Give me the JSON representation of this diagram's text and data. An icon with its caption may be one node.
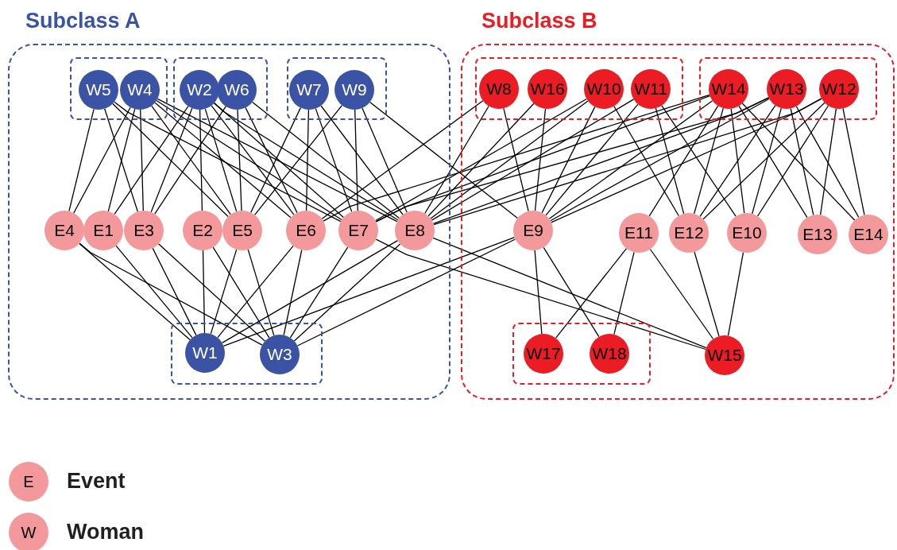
{
  "diagram": {
    "nodes": [
      {
        "text": [
          "Subclass A"
        ]
      },
      {
        "text": [],
        "shape": "box",
        "in": 0
      },
      {
        "text": [
          "W5"
        ],
        "in": 1
      },
      {
        "text": [
          "W4"
        ],
        "in": 1
      },
      {
        "text": [],
        "shape": "box",
        "in": 0
      },
      {
        "text": [
          "W2"
        ],
        "in": 4
      },
      {
        "text": [
          "W6"
        ],
        "in": 4
      },
      {
        "text": [],
        "shape": "box",
        "in": 0
      },
      {
        "text": [
          "W7"
        ],
        "in": 7
      },
      {
        "text": [
          "W9"
        ],
        "in": 7
      },
      {
        "text": [
          "E4"
        ],
        "in": 0
      },
      {
        "text": [
          "E1"
        ],
        "in": 0
      },
      {
        "text": [
          "E3"
        ],
        "in": 0
      },
      {
        "text": [
          "E2"
        ],
        "in": 0
      },
      {
        "text": [
          "E5"
        ],
        "in": 0
      },
      {
        "text": [
          "E6"
        ],
        "in": 0
      },
      {
        "text": [
          "E7"
        ],
        "in": 0
      },
      {
        "text": [
          "E8"
        ],
        "in": 0
      },
      {
        "text": [],
        "shape": "box",
        "in": 0
      },
      {
        "text": [
          "W1"
        ],
        "in": 18
      },
      {
        "text": [
          "W3"
        ],
        "in": 18
      },
      {
        "text": [
          "Subclass B"
        ]
      },
      {
        "text": [],
        "shape": "box",
        "in": 21
      },
      {
        "text": [
          "W8"
        ],
        "in": 22
      },
      {
        "text": [
          "W16"
        ],
        "in": 22
      },
      {
        "text": [
          "W10"
        ],
        "in": 22
      },
      {
        "text": [
          "W11"
        ],
        "in": 22
      },
      {
        "text": [],
        "shape": "box",
        "in": 21
      },
      {
        "text": [
          "W14"
        ],
        "in": 27
      },
      {
        "text": [
          "W13"
        ],
        "in": 27
      },
      {
        "text": [
          "W12"
        ],
        "in": 27
      },
      {
        "text": [
          "E9"
        ],
        "in": 21
      },
      {
        "text": [
          "E11"
        ],
        "in": 21
      },
      {
        "text": [
          "E12"
        ],
        "in": 21
      },
      {
        "text": [
          "E10"
        ],
        "in": 21
      },
      {
        "text": [
          "E13"
        ],
        "in": 21
      },
      {
        "text": [
          "E14"
        ],
        "in": 21
      },
      {
        "text": [],
        "shape": "box",
        "in": 21
      },
      {
        "text": [
          "W17"
        ],
        "in": 37
      },
      {
        "text": [
          "W18"
        ],
        "in": 37
      },
      {
        "text": [
          "W15"
        ],
        "in": 21
      }
    ],
    "edges": [
      {
        "from": 19,
        "to": 11,
        "arrow": "none"
      },
      {
        "from": 19,
        "to": 13,
        "arrow": "none"
      },
      {
        "from": 19,
        "to": 12,
        "arrow": "none"
      },
      {
        "from": 19,
        "to": 10,
        "arrow": "none"
      },
      {
        "from": 19,
        "to": 14,
        "arrow": "none"
      },
      {
        "from": 19,
        "to": 15,
        "arrow": "none"
      },
      {
        "from": 19,
        "to": 17,
        "arrow": "none"
      },
      {
        "from": 19,
        "to": 31,
        "arrow": "none"
      },
      {
        "from": 5,
        "to": 11,
        "arrow": "none"
      },
      {
        "from": 5,
        "to": 13,
        "arrow": "none"
      },
      {
        "from": 5,
        "to": 12,
        "arrow": "none"
      },
      {
        "from": 5,
        "to": 14,
        "arrow": "none"
      },
      {
        "from": 5,
        "to": 15,
        "arrow": "none"
      },
      {
        "from": 5,
        "to": 16,
        "arrow": "none"
      },
      {
        "from": 5,
        "to": 17,
        "arrow": "none"
      },
      {
        "from": 20,
        "to": 13,
        "arrow": "none"
      },
      {
        "from": 20,
        "to": 12,
        "arrow": "none"
      },
      {
        "from": 20,
        "to": 10,
        "arrow": "none"
      },
      {
        "from": 20,
        "to": 14,
        "arrow": "none"
      },
      {
        "from": 20,
        "to": 15,
        "arrow": "none"
      },
      {
        "from": 20,
        "to": 16,
        "arrow": "none"
      },
      {
        "from": 20,
        "to": 17,
        "arrow": "none"
      },
      {
        "from": 20,
        "to": 31,
        "arrow": "none"
      },
      {
        "from": 3,
        "to": 11,
        "arrow": "none"
      },
      {
        "from": 3,
        "to": 12,
        "arrow": "none"
      },
      {
        "from": 3,
        "to": 10,
        "arrow": "none"
      },
      {
        "from": 3,
        "to": 14,
        "arrow": "none"
      },
      {
        "from": 3,
        "to": 15,
        "arrow": "none"
      },
      {
        "from": 3,
        "to": 16,
        "arrow": "none"
      },
      {
        "from": 3,
        "to": 17,
        "arrow": "none"
      },
      {
        "from": 2,
        "to": 12,
        "arrow": "none"
      },
      {
        "from": 2,
        "to": 10,
        "arrow": "none"
      },
      {
        "from": 2,
        "to": 14,
        "arrow": "none"
      },
      {
        "from": 2,
        "to": 16,
        "arrow": "none"
      },
      {
        "from": 6,
        "to": 12,
        "arrow": "none"
      },
      {
        "from": 6,
        "to": 14,
        "arrow": "none"
      },
      {
        "from": 6,
        "to": 15,
        "arrow": "none"
      },
      {
        "from": 6,
        "to": 17,
        "arrow": "none"
      },
      {
        "from": 8,
        "to": 14,
        "arrow": "none"
      },
      {
        "from": 8,
        "to": 15,
        "arrow": "none"
      },
      {
        "from": 8,
        "to": 16,
        "arrow": "none"
      },
      {
        "from": 8,
        "to": 17,
        "arrow": "none"
      },
      {
        "from": 23,
        "to": 15,
        "arrow": "none"
      },
      {
        "from": 23,
        "to": 17,
        "arrow": "none"
      },
      {
        "from": 23,
        "to": 31,
        "arrow": "none"
      },
      {
        "from": 9,
        "to": 14,
        "arrow": "none"
      },
      {
        "from": 9,
        "to": 16,
        "arrow": "none"
      },
      {
        "from": 9,
        "to": 17,
        "arrow": "none"
      },
      {
        "from": 9,
        "to": 31,
        "arrow": "none"
      },
      {
        "from": 25,
        "to": 16,
        "arrow": "none"
      },
      {
        "from": 25,
        "to": 17,
        "arrow": "none"
      },
      {
        "from": 25,
        "to": 31,
        "arrow": "none"
      },
      {
        "from": 25,
        "to": 33,
        "arrow": "none"
      },
      {
        "from": 26,
        "to": 17,
        "arrow": "none"
      },
      {
        "from": 26,
        "to": 31,
        "arrow": "none"
      },
      {
        "from": 26,
        "to": 34,
        "arrow": "none"
      },
      {
        "from": 26,
        "to": 33,
        "arrow": "none"
      },
      {
        "from": 30,
        "to": 17,
        "arrow": "none"
      },
      {
        "from": 30,
        "to": 31,
        "arrow": "none"
      },
      {
        "from": 30,
        "to": 34,
        "arrow": "none"
      },
      {
        "from": 30,
        "to": 33,
        "arrow": "none"
      },
      {
        "from": 30,
        "to": 35,
        "arrow": "none"
      },
      {
        "from": 30,
        "to": 36,
        "arrow": "none"
      },
      {
        "from": 29,
        "to": 16,
        "arrow": "none"
      },
      {
        "from": 29,
        "to": 17,
        "arrow": "none"
      },
      {
        "from": 29,
        "to": 31,
        "arrow": "none"
      },
      {
        "from": 29,
        "to": 34,
        "arrow": "none"
      },
      {
        "from": 29,
        "to": 33,
        "arrow": "none"
      },
      {
        "from": 29,
        "to": 35,
        "arrow": "none"
      },
      {
        "from": 29,
        "to": 36,
        "arrow": "none"
      },
      {
        "from": 28,
        "to": 15,
        "arrow": "none"
      },
      {
        "from": 28,
        "to": 16,
        "arrow": "none"
      },
      {
        "from": 28,
        "to": 31,
        "arrow": "none"
      },
      {
        "from": 28,
        "to": 34,
        "arrow": "none"
      },
      {
        "from": 28,
        "to": 32,
        "arrow": "none"
      },
      {
        "from": 28,
        "to": 33,
        "arrow": "none"
      },
      {
        "from": 28,
        "to": 35,
        "arrow": "none"
      },
      {
        "from": 28,
        "to": 36,
        "arrow": "none"
      },
      {
        "from": 40,
        "to": 16,
        "arrow": "none"
      },
      {
        "from": 40,
        "to": 17,
        "arrow": "none"
      },
      {
        "from": 40,
        "to": 34,
        "arrow": "none"
      },
      {
        "from": 40,
        "to": 32,
        "arrow": "none"
      },
      {
        "from": 40,
        "to": 33,
        "arrow": "none"
      },
      {
        "from": 24,
        "to": 17,
        "arrow": "none"
      },
      {
        "from": 24,
        "to": 31,
        "arrow": "none"
      },
      {
        "from": 38,
        "to": 31,
        "arrow": "none"
      },
      {
        "from": 38,
        "to": 32,
        "arrow": "none"
      },
      {
        "from": 39,
        "to": 31,
        "arrow": "none"
      },
      {
        "from": 39,
        "to": 32,
        "arrow": "none"
      }
    ],
    "labels": [
      "E",
      "W"
    ],
    "legend": [
      {
        "text": "Event",
        "color": "#f4999b"
      },
      {
        "text": "Woman",
        "color": "#f4999b"
      }
    ]
  }
}
